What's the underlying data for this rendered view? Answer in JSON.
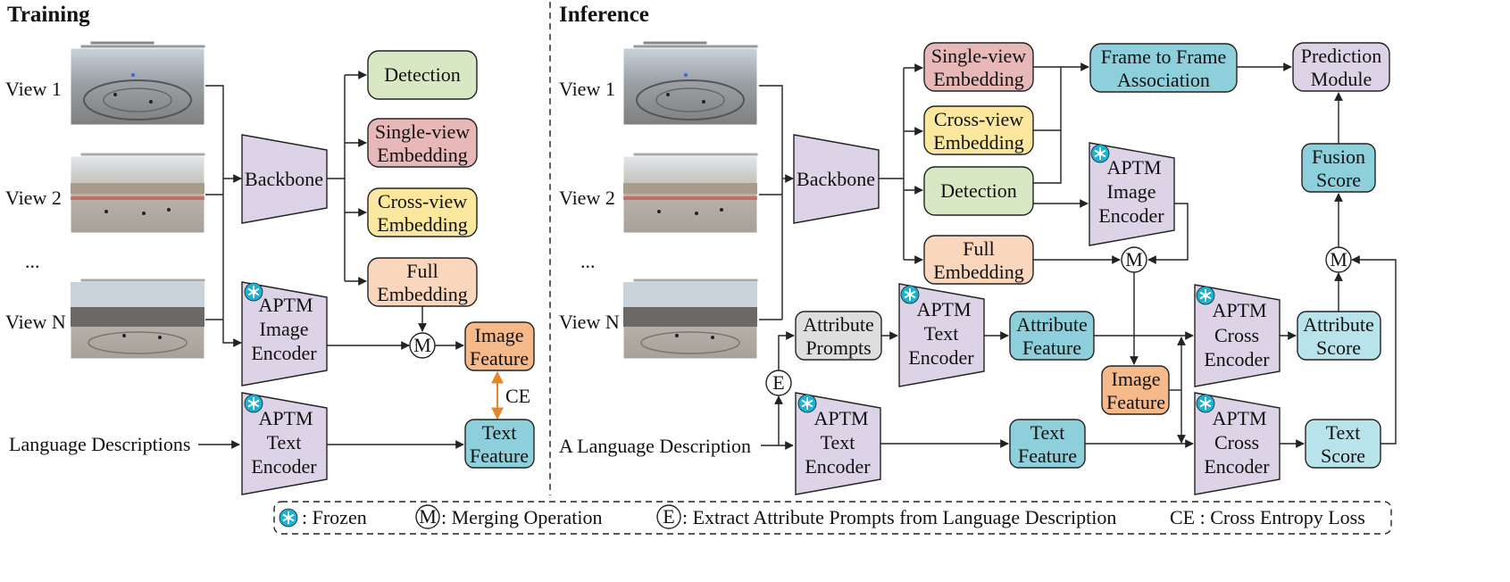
{
  "training": {
    "title": "Training",
    "views": [
      "View 1",
      "View 2",
      "...",
      "View N"
    ],
    "backbone": "Backbone",
    "outputs": [
      {
        "line1": "Detection",
        "line2": ""
      },
      {
        "line1": "Single-view",
        "line2": "Embedding"
      },
      {
        "line1": "Cross-view",
        "line2": "Embedding"
      },
      {
        "line1": "Full",
        "line2": "Embedding"
      }
    ],
    "image_encoder": [
      "APTM",
      "Image",
      "Encoder"
    ],
    "text_encoder": [
      "APTM",
      "Text",
      "Encoder"
    ],
    "language_input": "Language Descriptions",
    "image_feature": [
      "Image",
      "Feature"
    ],
    "text_feature": [
      "Text",
      "Feature"
    ],
    "loss": "CE",
    "merge": "M"
  },
  "inference": {
    "title": "Inference",
    "views": [
      "View 1",
      "View 2",
      "...",
      "View N"
    ],
    "backbone": "Backbone",
    "single_view": [
      "Single-view",
      "Embedding"
    ],
    "cross_view": [
      "Cross-view",
      "Embedding"
    ],
    "detection": "Detection",
    "full": [
      "Full",
      "Embedding"
    ],
    "frame_assoc": [
      "Frame to Frame",
      "Association"
    ],
    "prediction": [
      "Prediction",
      "Module"
    ],
    "image_encoder": [
      "APTM",
      "Image",
      "Encoder"
    ],
    "fusion": [
      "Fusion",
      "Score"
    ],
    "attr_prompts": [
      "Attribute",
      "Prompts"
    ],
    "text_encoder_1": [
      "APTM",
      "Text",
      "Encoder"
    ],
    "attr_feature": [
      "Attribute",
      "Feature"
    ],
    "cross_encoder_1": [
      "APTM",
      "Cross",
      "Encoder"
    ],
    "attr_score": [
      "Attribute",
      "Score"
    ],
    "image_feature": [
      "Image",
      "Feature"
    ],
    "language_input": "A Language Description",
    "text_encoder_2": [
      "APTM",
      "Text",
      "Encoder"
    ],
    "text_feature": [
      "Text",
      "Feature"
    ],
    "cross_encoder_2": [
      "APTM",
      "Cross",
      "Encoder"
    ],
    "text_score": [
      "Text",
      "Score"
    ],
    "merge": "M",
    "extract": "E"
  },
  "legend": {
    "frozen": ": Frozen",
    "merge_symbol": "M",
    "merge": ": Merging Operation",
    "extract_symbol": "E",
    "extract": ": Extract Attribute Prompts from Language Description",
    "ce": "CE : Cross Entropy Loss"
  },
  "colors": {
    "detection": "#d9e8c4",
    "single_view": "#e8b7b7",
    "cross_view": "#fbe79d",
    "full": "#f9d6bc",
    "encoder": "#dcd3e6",
    "feature_blue": "#8dcfdb",
    "score_blue": "#b9e3ea",
    "image_feature": "#f5b98a",
    "prompts": "#dedede",
    "ce_arrow": "#e8842a",
    "snowflake": "#17b3d6"
  }
}
